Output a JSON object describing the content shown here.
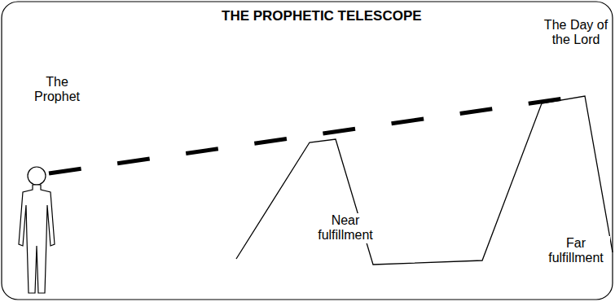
{
  "diagram": {
    "title": "THE PROPHETIC TELESCOPE",
    "labels": [
      "The Prophet",
      "The Day of the Lord",
      "Near fulfillment",
      "Far fulfillment"
    ]
  }
}
